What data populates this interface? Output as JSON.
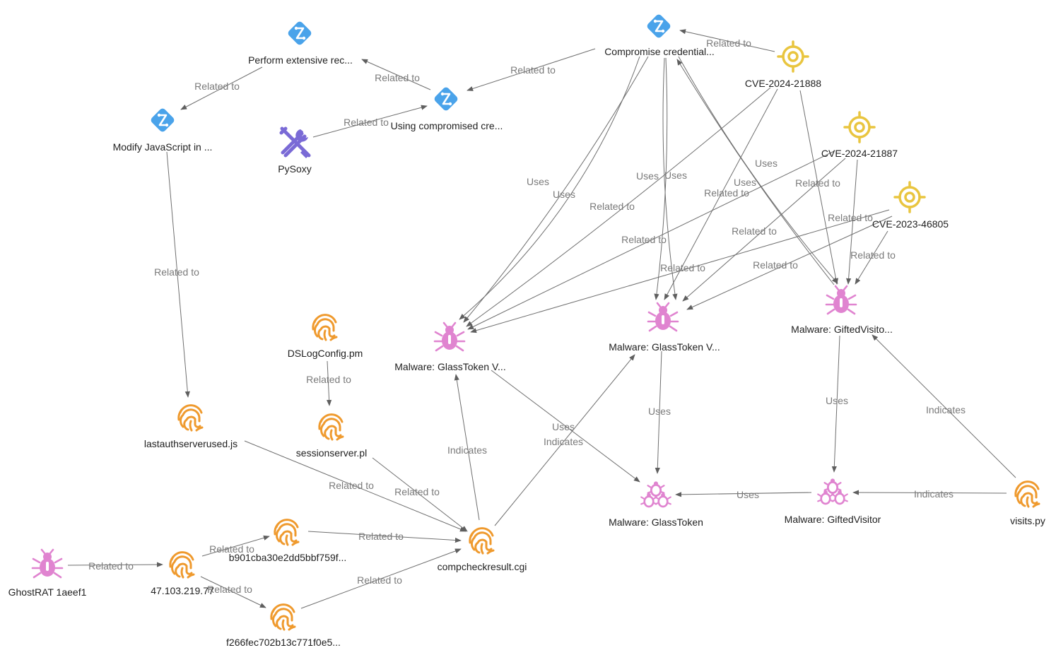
{
  "colors": {
    "attack_pattern": "#4aa3ea",
    "vulnerability": "#e9c53f",
    "malware": "#e084d0",
    "indicator": "#ef9a2e",
    "tool": "#7a6ad6",
    "edge": "#6f6f6f"
  },
  "nodes": [
    {
      "id": "n_compromise",
      "label": "Compromise credential...",
      "type": "attack_pattern",
      "icon": "attack-pattern-icon"
    },
    {
      "id": "n_perform",
      "label": "Perform extensive rec...",
      "type": "attack_pattern",
      "icon": "attack-pattern-icon"
    },
    {
      "id": "n_using",
      "label": "Using compromised cre...",
      "type": "attack_pattern",
      "icon": "attack-pattern-icon"
    },
    {
      "id": "n_modify",
      "label": "Modify JavaScript in ...",
      "type": "attack_pattern",
      "icon": "attack-pattern-icon"
    },
    {
      "id": "n_pysoxy",
      "label": "PySoxy",
      "type": "tool",
      "icon": "wrench-screwdriver-icon"
    },
    {
      "id": "n_cve21888",
      "label": "CVE-2024-21888",
      "type": "vulnerability",
      "icon": "target-icon"
    },
    {
      "id": "n_cve21887",
      "label": "CVE-2024-21887",
      "type": "vulnerability",
      "icon": "target-icon"
    },
    {
      "id": "n_cve46805",
      "label": "CVE-2023-46805",
      "type": "vulnerability",
      "icon": "target-icon"
    },
    {
      "id": "n_glass1",
      "label": "Malware: GlassToken V...",
      "type": "malware_variant",
      "icon": "bug-icon"
    },
    {
      "id": "n_glass2",
      "label": "Malware: GlassToken V...",
      "type": "malware_variant",
      "icon": "bug-icon"
    },
    {
      "id": "n_gifted_v",
      "label": "Malware: GiftedVisito...",
      "type": "malware_variant",
      "icon": "bug-icon"
    },
    {
      "id": "n_glasstoken",
      "label": "Malware: GlassToken",
      "type": "malware_family",
      "icon": "malware-family-icon"
    },
    {
      "id": "n_giftedvisitor",
      "label": "Malware: GiftedVisitor",
      "type": "malware_family",
      "icon": "malware-family-icon"
    },
    {
      "id": "n_dslog",
      "label": "DSLogConfig.pm",
      "type": "indicator",
      "icon": "fingerprint-icon"
    },
    {
      "id": "n_session",
      "label": "sessionserver.pl",
      "type": "indicator",
      "icon": "fingerprint-icon"
    },
    {
      "id": "n_lastauth",
      "label": "lastauthserverused.js",
      "type": "indicator",
      "icon": "fingerprint-icon"
    },
    {
      "id": "n_compcheck",
      "label": "compcheckresult.cgi",
      "type": "indicator",
      "icon": "fingerprint-icon"
    },
    {
      "id": "n_visits",
      "label": "visits.py",
      "type": "indicator",
      "icon": "fingerprint-icon"
    },
    {
      "id": "n_b901",
      "label": "b901cba30e2dd5bbf759f...",
      "type": "indicator",
      "icon": "fingerprint-icon"
    },
    {
      "id": "n_ip",
      "label": "47.103.219.77",
      "type": "indicator",
      "icon": "fingerprint-icon"
    },
    {
      "id": "n_f266",
      "label": "f266fec702b13c771f0e5...",
      "type": "indicator",
      "icon": "fingerprint-icon"
    },
    {
      "id": "n_ghost",
      "label": "GhostRAT 1aeef1",
      "type": "malware_variant",
      "icon": "bug-icon"
    }
  ],
  "edges": [
    {
      "from": "n_cve21888",
      "to": "n_compromise",
      "label": "Related to"
    },
    {
      "from": "n_compromise",
      "to": "n_using",
      "label": "Related to"
    },
    {
      "from": "n_using",
      "to": "n_perform",
      "label": "Related to"
    },
    {
      "from": "n_perform",
      "to": "n_modify",
      "label": "Related to"
    },
    {
      "from": "n_pysoxy",
      "to": "n_using",
      "label": "Related to"
    },
    {
      "from": "n_modify",
      "to": "n_lastauth",
      "label": "Related to"
    },
    {
      "from": "n_compromise",
      "to": "n_glass1",
      "label": "Uses"
    },
    {
      "from": "n_compromise",
      "to": "n_glass1",
      "label": "Uses"
    },
    {
      "from": "n_compromise",
      "to": "n_glass2",
      "label": "Uses"
    },
    {
      "from": "n_compromise",
      "to": "n_glass2",
      "label": "Uses"
    },
    {
      "from": "n_compromise",
      "to": "n_gifted_v",
      "label": "Uses"
    },
    {
      "from": "n_gifted_v",
      "to": "n_compromise",
      "label": "Uses"
    },
    {
      "from": "n_cve21888",
      "to": "n_glass1",
      "label": "Related to"
    },
    {
      "from": "n_cve21888",
      "to": "n_glass2",
      "label": "Related to"
    },
    {
      "from": "n_cve21888",
      "to": "n_gifted_v",
      "label": "Related to"
    },
    {
      "from": "n_cve21887",
      "to": "n_glass1",
      "label": "Related to"
    },
    {
      "from": "n_cve21887",
      "to": "n_glass2",
      "label": "Related to"
    },
    {
      "from": "n_cve21887",
      "to": "n_gifted_v",
      "label": "Related to"
    },
    {
      "from": "n_cve46805",
      "to": "n_glass1",
      "label": "Related to"
    },
    {
      "from": "n_cve46805",
      "to": "n_glass2",
      "label": "Related to"
    },
    {
      "from": "n_cve46805",
      "to": "n_gifted_v",
      "label": "Related to"
    },
    {
      "from": "n_glass1",
      "to": "n_glasstoken",
      "label": "Uses"
    },
    {
      "from": "n_glass2",
      "to": "n_glasstoken",
      "label": "Uses"
    },
    {
      "from": "n_gifted_v",
      "to": "n_giftedvisitor",
      "label": "Uses"
    },
    {
      "from": "n_giftedvisitor",
      "to": "n_glasstoken",
      "label": "Uses"
    },
    {
      "from": "n_visits",
      "to": "n_giftedvisitor",
      "label": "Indicates"
    },
    {
      "from": "n_visits",
      "to": "n_gifted_v",
      "label": "Indicates"
    },
    {
      "from": "n_compcheck",
      "to": "n_glass1",
      "label": "Indicates"
    },
    {
      "from": "n_compcheck",
      "to": "n_glass2",
      "label": "Indicates"
    },
    {
      "from": "n_dslog",
      "to": "n_session",
      "label": "Related to"
    },
    {
      "from": "n_lastauth",
      "to": "n_compcheck",
      "label": "Related to"
    },
    {
      "from": "n_session",
      "to": "n_compcheck",
      "label": "Related to"
    },
    {
      "from": "n_b901",
      "to": "n_compcheck",
      "label": "Related to"
    },
    {
      "from": "n_f266",
      "to": "n_compcheck",
      "label": "Related to"
    },
    {
      "from": "n_ip",
      "to": "n_b901",
      "label": "Related to"
    },
    {
      "from": "n_ip",
      "to": "n_f266",
      "label": "Related to"
    },
    {
      "from": "n_ghost",
      "to": "n_ip",
      "label": "Related to"
    }
  ]
}
